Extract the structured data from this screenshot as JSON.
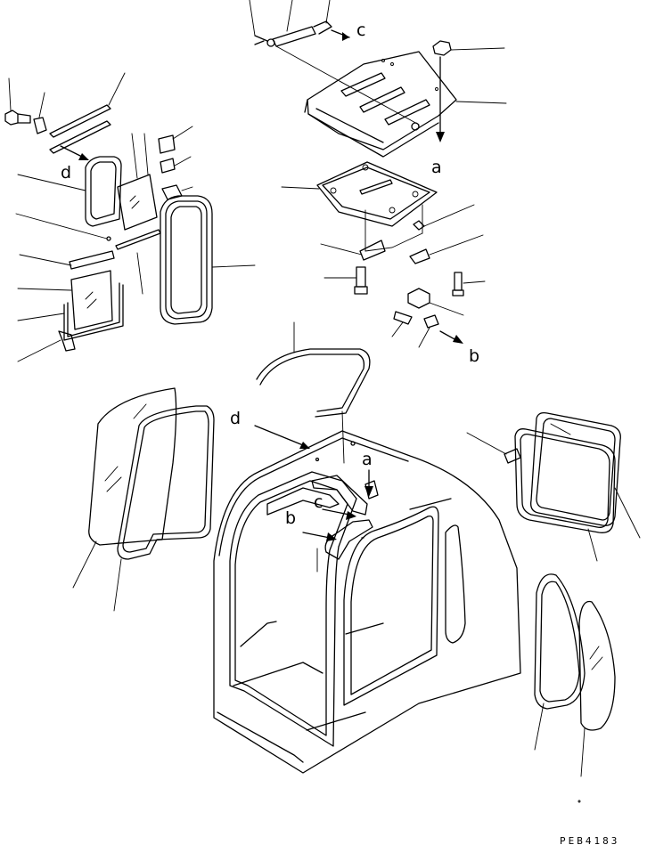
{
  "callouts": {
    "a_top": "a",
    "a_cab": "a",
    "b_right": "b",
    "b_cab": "b",
    "c_top": "c",
    "c_cab": "c",
    "d_left": "d",
    "d_cab": "d"
  },
  "drawing_code": "PEB4183",
  "colors": {
    "line": "#000000",
    "background": "#ffffff"
  }
}
